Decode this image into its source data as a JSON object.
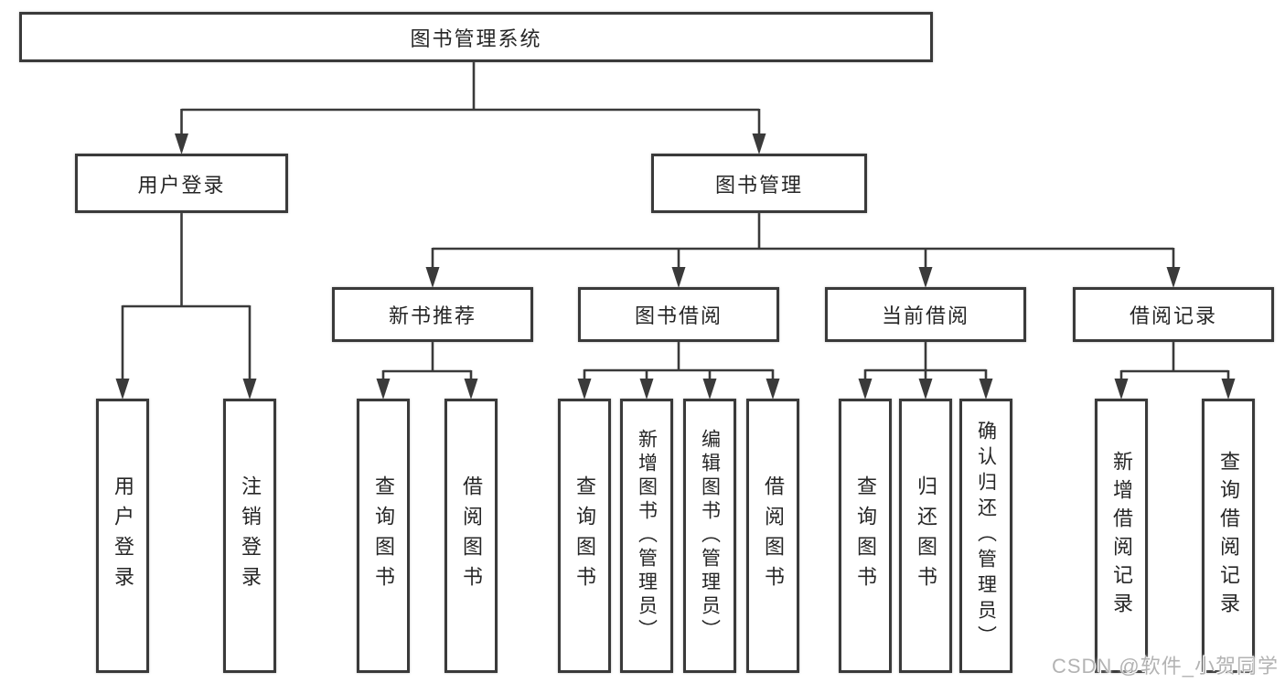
{
  "tree": {
    "root": {
      "label": "图书管理系统",
      "children": [
        {
          "label": "用户登录",
          "children": [
            {
              "label": "用户登录"
            },
            {
              "label": "注销登录"
            }
          ]
        },
        {
          "label": "图书管理",
          "children": [
            {
              "label": "新书推荐",
              "children": [
                {
                  "label": "查询图书"
                },
                {
                  "label": "借阅图书"
                }
              ]
            },
            {
              "label": "图书借阅",
              "children": [
                {
                  "label": "查询图书"
                },
                {
                  "label": "新增图书（管理员）"
                },
                {
                  "label": "编辑图书（管理员）"
                },
                {
                  "label": "借阅图书"
                }
              ]
            },
            {
              "label": "当前借阅",
              "children": [
                {
                  "label": "查询图书"
                },
                {
                  "label": "归还图书"
                },
                {
                  "label": "确认归还（管理员）"
                }
              ]
            },
            {
              "label": "借阅记录",
              "children": [
                {
                  "label": "新增借阅记录"
                },
                {
                  "label": "查询借阅记录"
                }
              ]
            }
          ]
        }
      ]
    }
  },
  "watermark": "CSDN @软件_小贺同学",
  "colors": {
    "line": "#3a3a3a",
    "box_border": "#3a3a3a",
    "text": "#262626",
    "background": "#ffffff",
    "watermark": "#b3b3b3"
  }
}
